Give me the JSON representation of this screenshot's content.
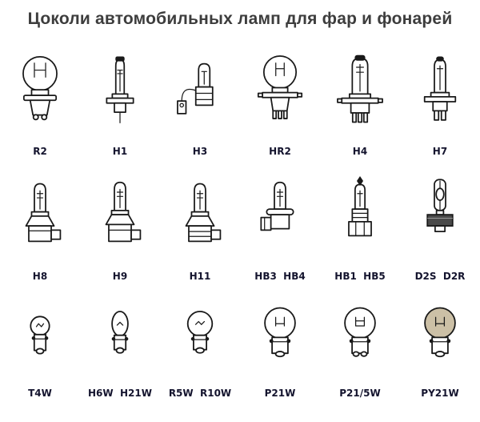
{
  "title": "Цоколи автомобильных ламп для фар и фонарей",
  "colors": {
    "ink": "#191919",
    "title_text": "#3d3d3d",
    "label_text": "#14142e",
    "py21w_glass": "#ccc0a6"
  },
  "bulbs": [
    {
      "label": "R2",
      "icon": "r2-round-bulb"
    },
    {
      "label": "H1",
      "icon": "h1-halogen-bulb"
    },
    {
      "label": "H3",
      "icon": "h3-halogen-bulb-with-wire"
    },
    {
      "label": "HR2",
      "icon": "hr2-round-bulb"
    },
    {
      "label": "H4",
      "icon": "h4-halogen-bulb"
    },
    {
      "label": "H7",
      "icon": "h7-halogen-bulb"
    },
    {
      "label": "H8",
      "icon": "h8-halogen-bulb"
    },
    {
      "label": "H9",
      "icon": "h9-halogen-bulb"
    },
    {
      "label": "H11",
      "icon": "h11-halogen-bulb"
    },
    {
      "label": "HB3  HB4",
      "icon": "hb3-hb4-halogen-bulb"
    },
    {
      "label": "HB1  HB5",
      "icon": "hb1-hb5-halogen-bulb"
    },
    {
      "label": "D2S  D2R",
      "icon": "d2s-d2r-xenon-bulb"
    },
    {
      "label": "T4W",
      "icon": "t4w-bayonet-bulb"
    },
    {
      "label": "H6W  H21W",
      "icon": "h6w-h21w-bayonet-bulb"
    },
    {
      "label": "R5W  R10W",
      "icon": "r5w-r10w-bayonet-bulb"
    },
    {
      "label": "P21W",
      "icon": "p21w-bayonet-bulb"
    },
    {
      "label": "P21/5W",
      "icon": "p21-5w-bayonet-bulb"
    },
    {
      "label": "PY21W",
      "icon": "py21w-amber-bulb"
    }
  ]
}
